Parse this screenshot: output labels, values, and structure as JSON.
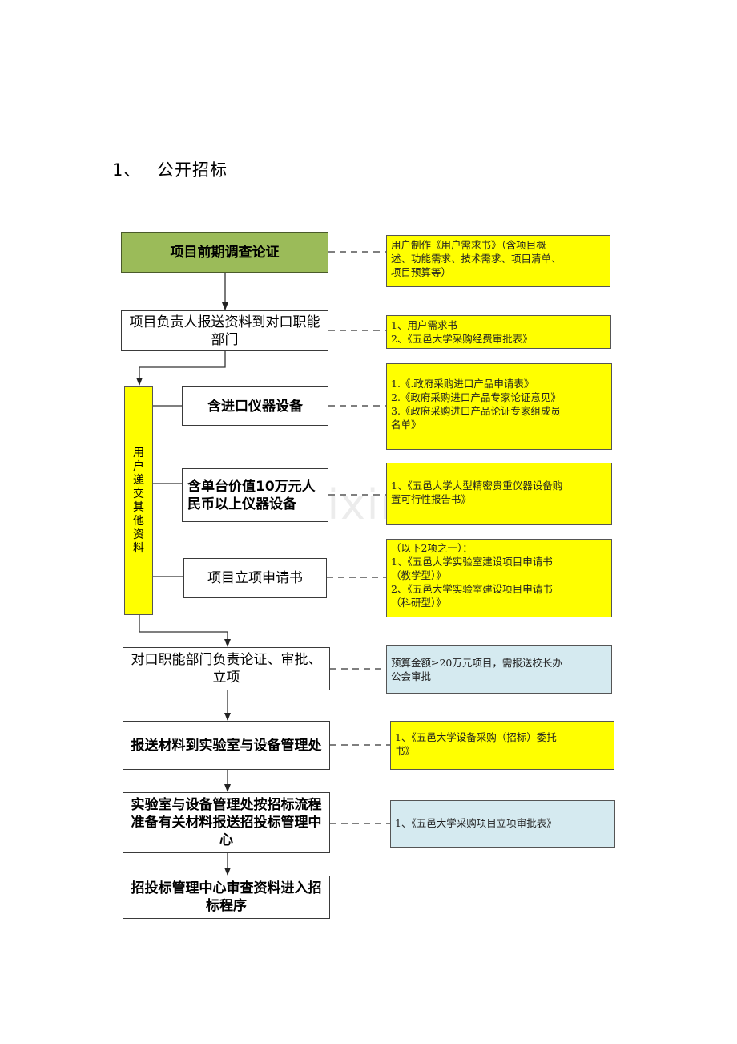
{
  "heading": {
    "number": "1、",
    "title": "公开招标"
  },
  "watermark": "www.zixin.com.cn",
  "main_flow": [
    {
      "id": "step1",
      "text": "项目前期调查论证"
    },
    {
      "id": "step2",
      "text": "项目负责人报送资料到对口职能部门"
    },
    {
      "id": "step3",
      "text": "对口职能部门负责论证、审批、立项"
    },
    {
      "id": "step4",
      "text": "报送材料到实验室与设备管理处"
    },
    {
      "id": "step5",
      "text": "实验室与设备管理处按招标流程准备有关材料报送招投标管理中心"
    },
    {
      "id": "step6",
      "text": "招投标管理中心审查资料进入招标程序"
    }
  ],
  "user_bar": {
    "chars": [
      "用",
      "户",
      "递",
      "交",
      "其",
      "他",
      "资",
      "料"
    ]
  },
  "branches": [
    {
      "id": "branch1",
      "text": "含进口仪器设备"
    },
    {
      "id": "branch2",
      "text": "含单台价值10万元人民币以上仪器设备"
    },
    {
      "id": "branch3",
      "text": "项目立项申请书"
    }
  ],
  "notes": [
    {
      "id": "note1",
      "lines": [
        "用户制作《用户需求书》（含项目概",
        "述、功能需求、技术需求、项目清单、",
        "项目预算等）"
      ]
    },
    {
      "id": "note2",
      "lines": [
        "1、用户需求书",
        "2、《五邑大学采购经费审批表》"
      ]
    },
    {
      "id": "note3",
      "lines": [
        "1.《.政府采购进口产品申请表》",
        "2.《政府采购进口产品专家论证意见》",
        "3.《政府采购进口产品论证专家组成员",
        "名单》"
      ]
    },
    {
      "id": "note4",
      "lines": [
        "1、《五邑大学大型精密贵重仪器设备购",
        "置可行性报告书》"
      ]
    },
    {
      "id": "note5",
      "lines": [
        "（以下2项之一）：",
        "1、《五邑大学实验室建设项目申请书",
        "（教学型）》",
        "2、《五邑大学实验室建设项目申请书",
        "（科研型）》"
      ]
    },
    {
      "id": "note6",
      "lines": [
        "预算金额≥20万元项目，需报送校长办",
        "公会审批"
      ]
    },
    {
      "id": "note7",
      "lines": [
        "1、《五邑大学设备采购（招标）委托",
        "书》"
      ]
    },
    {
      "id": "note8",
      "lines": [
        "1、《五邑大学采购项目立项审批表》"
      ]
    }
  ],
  "colors": {
    "green": "#9bbb59",
    "yellow": "#ffff00",
    "light_blue": "#d5eaf0",
    "border": "#3a3a3a"
  }
}
